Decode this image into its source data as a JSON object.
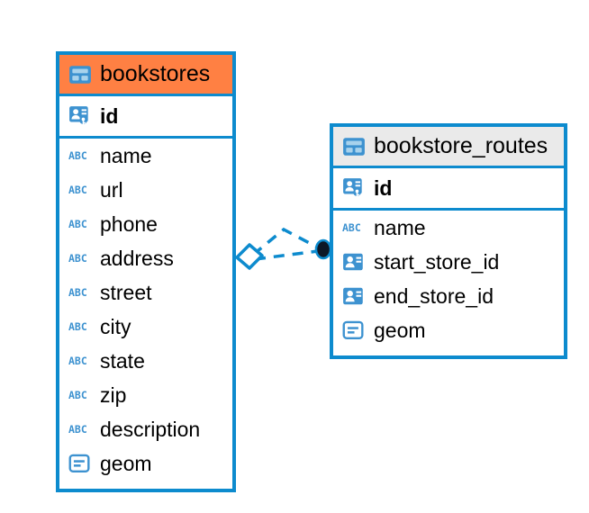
{
  "diagram": {
    "type": "entity-relationship-diagram",
    "background_color": "#ffffff",
    "border_color": "#0d8bce",
    "icon_color": "#3d92d0"
  },
  "tables": [
    {
      "name": "bookstores",
      "header_color": "#ff8043",
      "table_icon": "table-icon",
      "primary_key": {
        "label": "id",
        "icon": "primary-key-icon",
        "type": "key"
      },
      "fields": [
        {
          "label": "name",
          "icon": "text-type-icon",
          "type": "text"
        },
        {
          "label": "url",
          "icon": "text-type-icon",
          "type": "text"
        },
        {
          "label": "phone",
          "icon": "text-type-icon",
          "type": "text"
        },
        {
          "label": "address",
          "icon": "text-type-icon",
          "type": "text"
        },
        {
          "label": "street",
          "icon": "text-type-icon",
          "type": "text"
        },
        {
          "label": "city",
          "icon": "text-type-icon",
          "type": "text"
        },
        {
          "label": "state",
          "icon": "text-type-icon",
          "type": "text"
        },
        {
          "label": "zip",
          "icon": "text-type-icon",
          "type": "text"
        },
        {
          "label": "description",
          "icon": "text-type-icon",
          "type": "text"
        },
        {
          "label": "geom",
          "icon": "geometry-type-icon",
          "type": "geometry"
        }
      ]
    },
    {
      "name": "bookstore_routes",
      "header_color": "#eaeaea",
      "table_icon": "table-icon",
      "primary_key": {
        "label": "id",
        "icon": "primary-key-icon",
        "type": "key"
      },
      "fields": [
        {
          "label": "name",
          "icon": "text-type-icon",
          "type": "text"
        },
        {
          "label": "start_store_id",
          "icon": "foreign-key-icon",
          "type": "reference"
        },
        {
          "label": "end_store_id",
          "icon": "foreign-key-icon",
          "type": "reference"
        },
        {
          "label": "geom",
          "icon": "geometry-type-icon",
          "type": "geometry"
        }
      ]
    }
  ],
  "relationship": {
    "from_table": "bookstores",
    "to_table": "bookstore_routes",
    "line_style": "dashed",
    "line_color": "#0d8bce",
    "source_marker": "diamond-marker",
    "target_marker": "filled-circle-marker",
    "target_marker_color": "#0d1726"
  }
}
